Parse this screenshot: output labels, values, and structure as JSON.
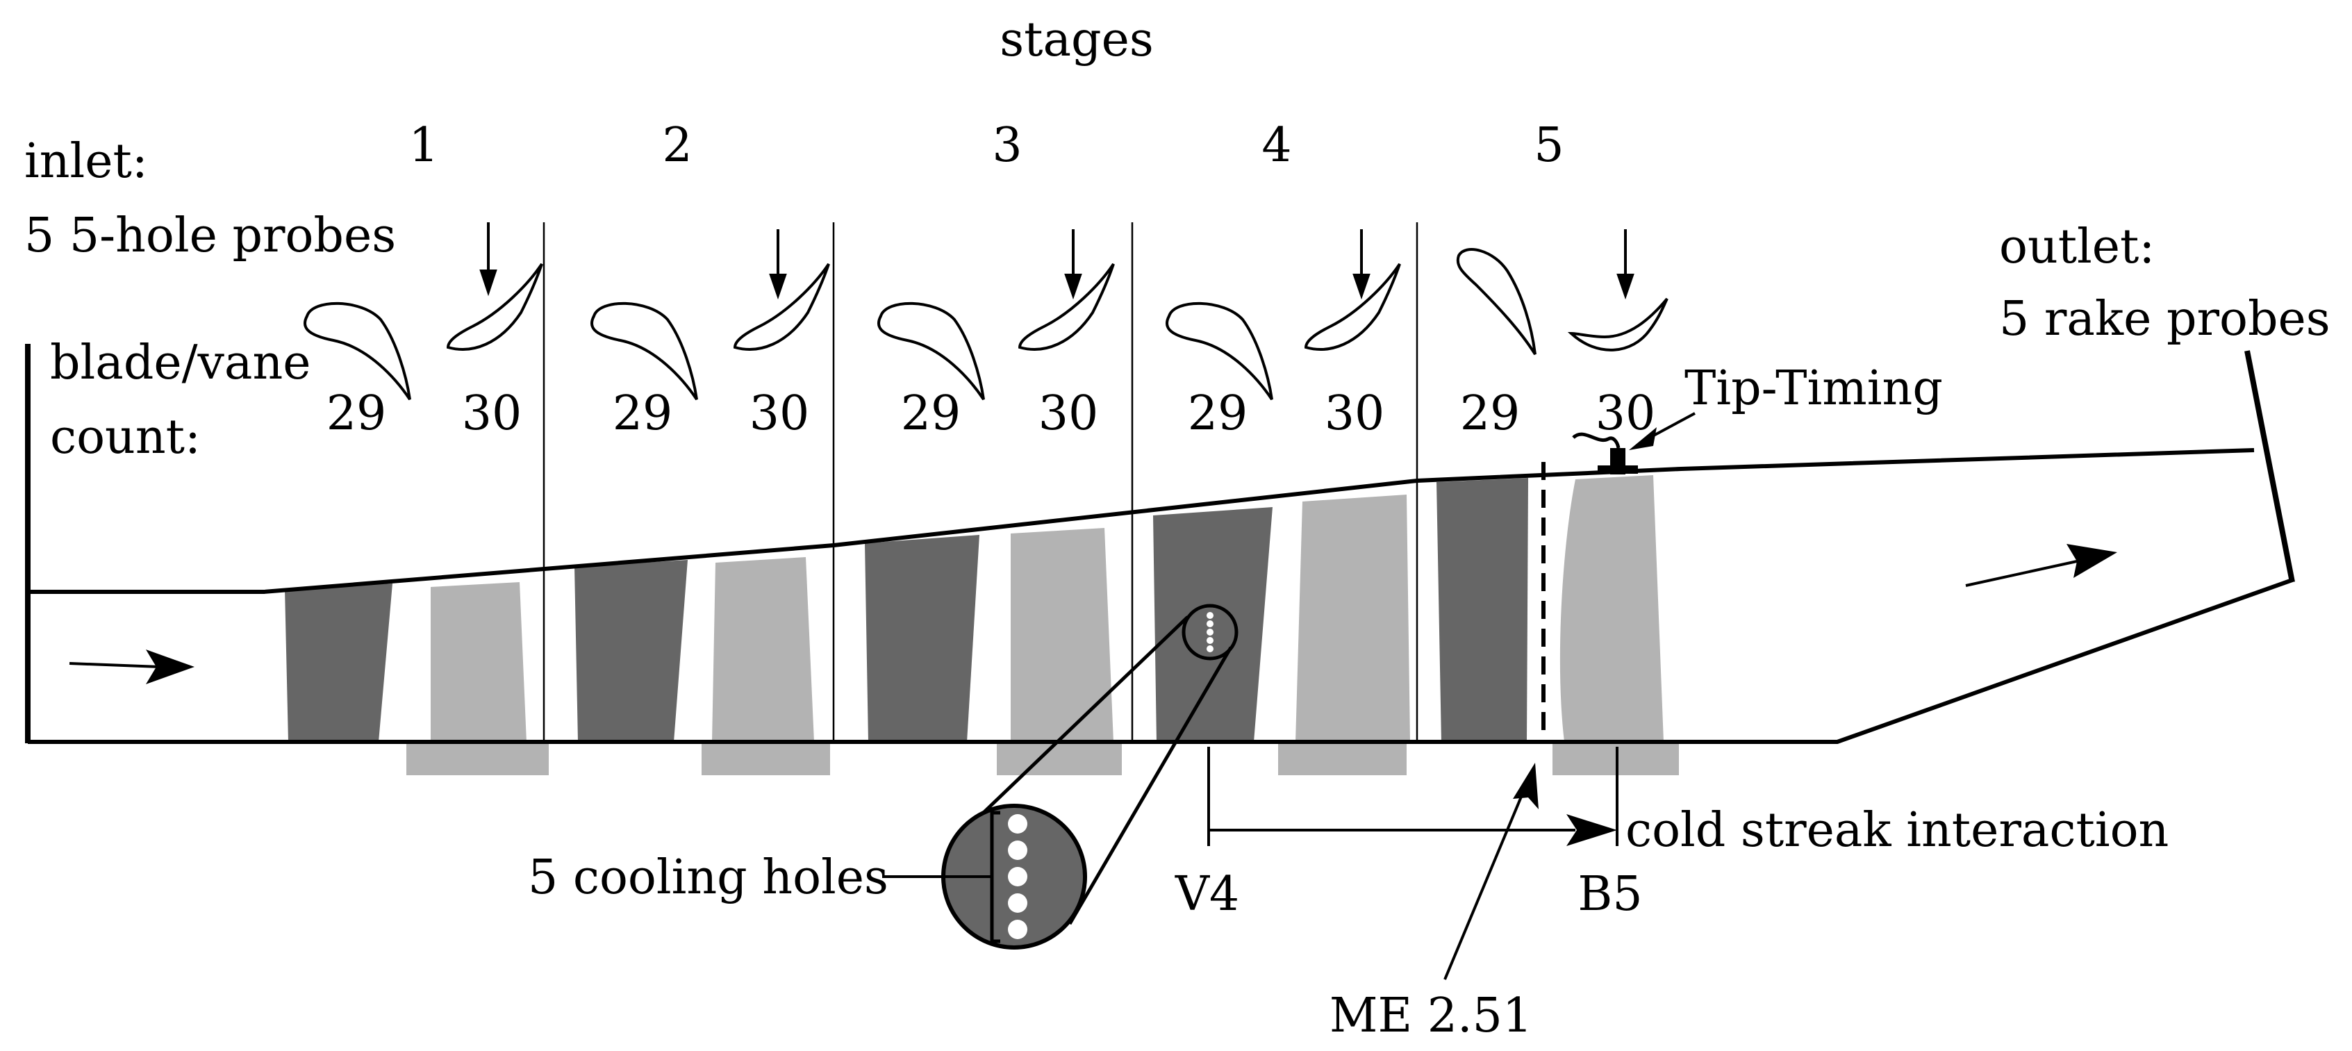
{
  "title": "stages",
  "stages": [
    "1",
    "2",
    "3",
    "4",
    "5"
  ],
  "inlet": {
    "line1": "inlet:",
    "line2": "5 5-hole probes"
  },
  "outlet": {
    "line1": "outlet:",
    "line2": "5 rake probes"
  },
  "count_label": {
    "line1": "blade/vane",
    "line2": "count:"
  },
  "counts": [
    "29",
    "30",
    "29",
    "30",
    "29",
    "30",
    "29",
    "30",
    "29",
    "30"
  ],
  "annotations": {
    "tip_timing": "Tip-Timing",
    "cooling_holes": "5 cooling holes",
    "v4": "V4",
    "b5": "B5",
    "cold_streak": "cold streak interaction",
    "measurement_plane": "ME 2.51"
  },
  "colors": {
    "vane": "#666666",
    "blade": "#b3b3b3",
    "line": "#000000",
    "background": "#ffffff"
  }
}
